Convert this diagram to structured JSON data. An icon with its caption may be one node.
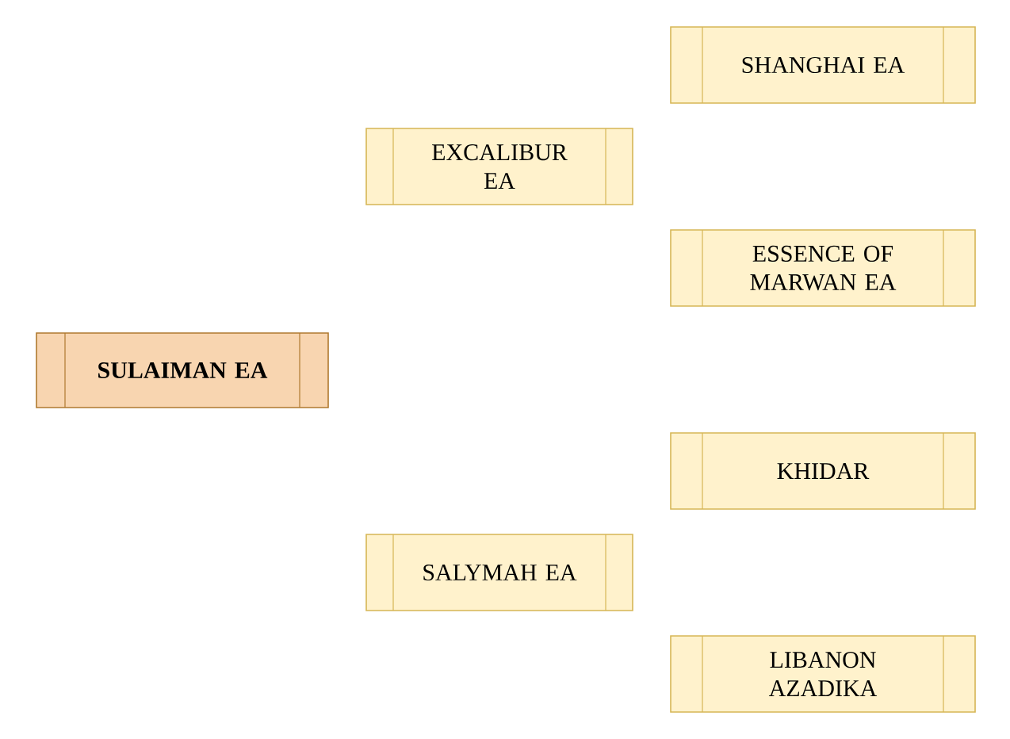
{
  "diagram": {
    "nodes": [
      {
        "text": [
          "SULAIMAN EA"
        ]
      },
      {
        "text": [
          "EXCALIBUR EA"
        ]
      },
      {
        "text": [
          "SHANGHAI EA"
        ]
      },
      {
        "text": [
          "ESSENCE OF MARWAN EA"
        ]
      },
      {
        "text": [
          "KHIDAR"
        ]
      },
      {
        "text": [
          "SALYMAH EA"
        ]
      },
      {
        "text": [
          "LIBANON AZADIKA"
        ]
      }
    ]
  }
}
